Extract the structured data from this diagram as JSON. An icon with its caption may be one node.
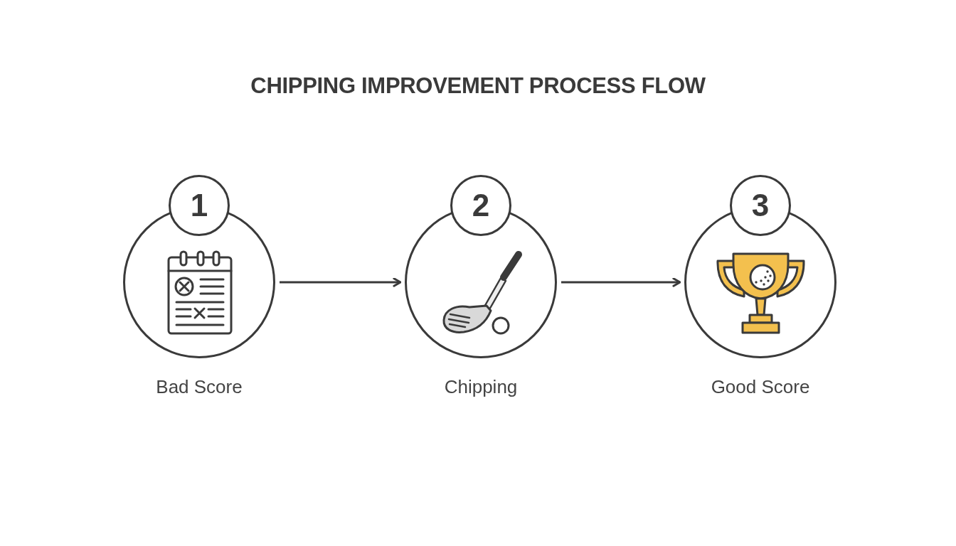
{
  "diagram": {
    "title": "CHIPPING IMPROVEMENT PROCESS FLOW",
    "nodes": [
      {
        "text": [
          "1"
        ]
      },
      {
        "text": [
          "Bad Score"
        ]
      },
      {
        "text": [
          "2"
        ]
      },
      {
        "text": [
          "Chipping"
        ]
      },
      {
        "text": [
          "3"
        ]
      },
      {
        "text": [
          "Good Score"
        ]
      }
    ],
    "edges": [
      {
        "from": 1,
        "to": 3,
        "arrow": "to"
      },
      {
        "from": 3,
        "to": 5,
        "arrow": "to"
      }
    ]
  }
}
